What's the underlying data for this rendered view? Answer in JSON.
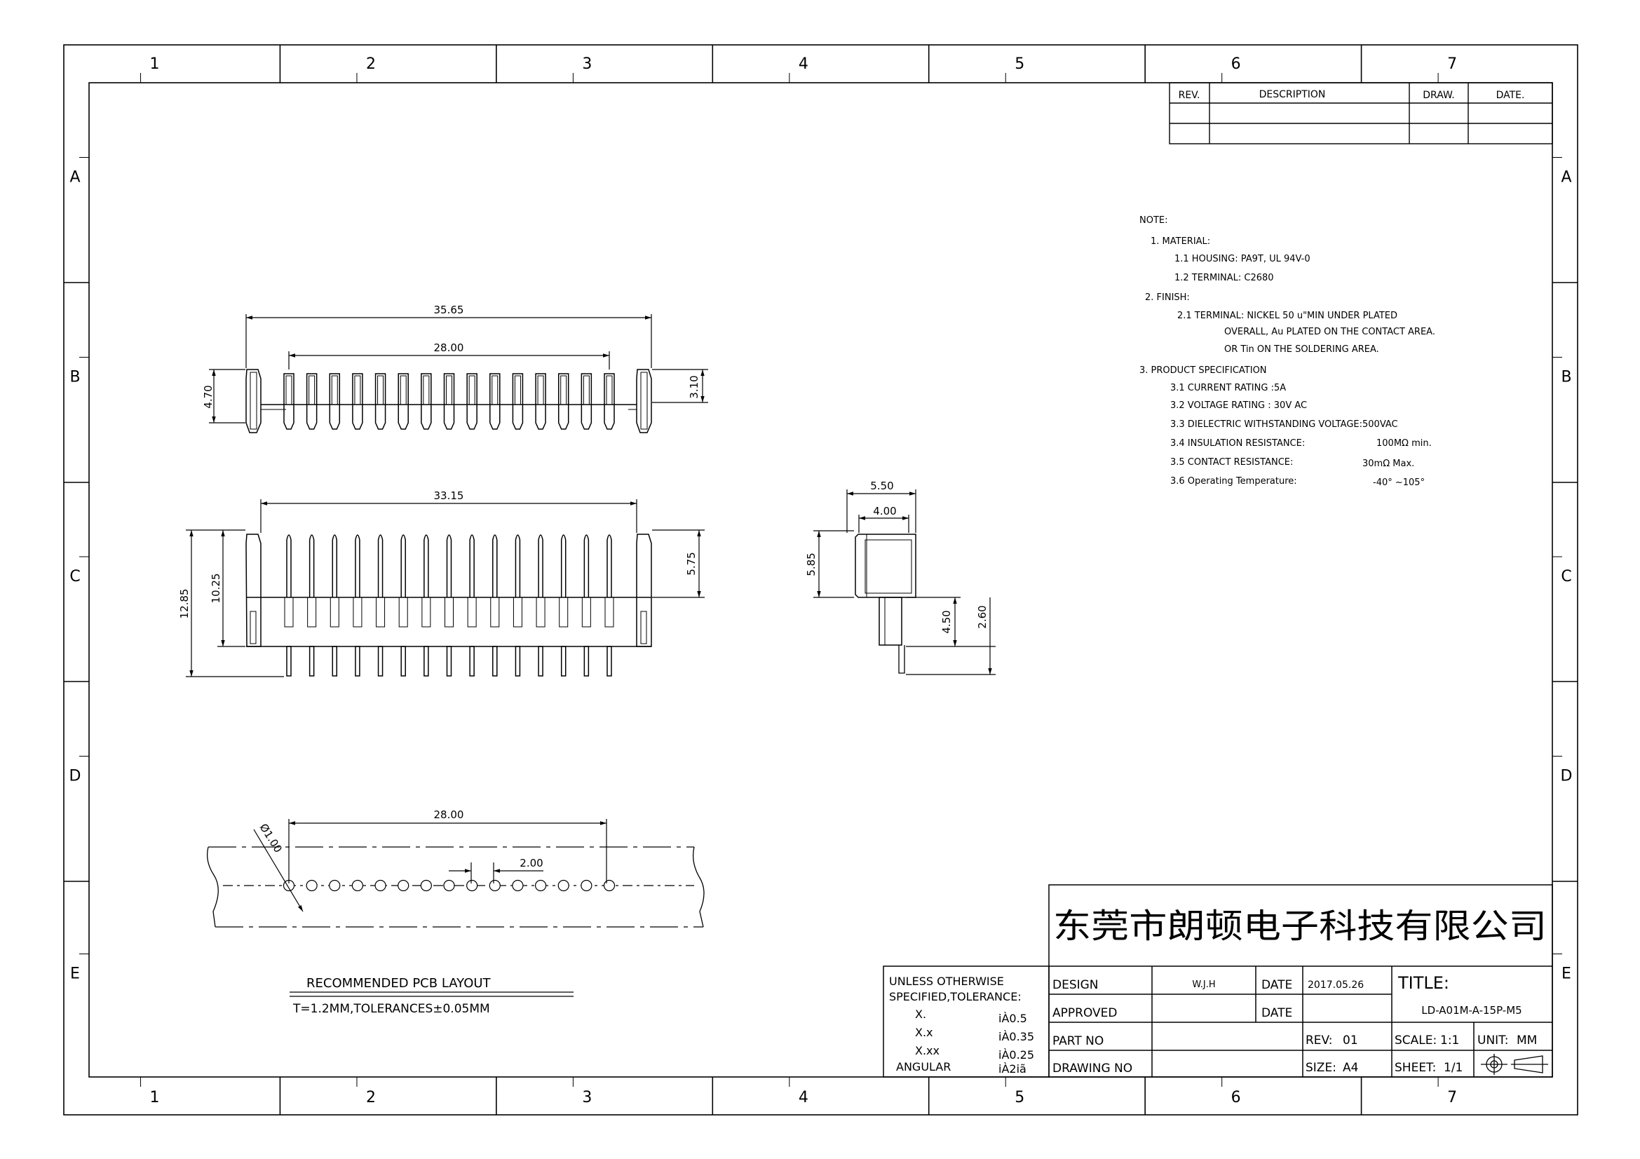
{
  "frame": {
    "col_labels": [
      "1",
      "2",
      "3",
      "4",
      "5",
      "6",
      "7"
    ],
    "row_labels": [
      "A",
      "B",
      "C",
      "D",
      "E"
    ]
  },
  "revision_table": {
    "headers": [
      "REV.",
      "DESCRIPTION",
      "DRAW.",
      "DATE."
    ]
  },
  "notes": {
    "title": "NOTE:",
    "material": "1. MATERIAL:",
    "housing": "1.1 HOUSING: PA9T, UL 94V-0",
    "terminal_material": "1.2 TERMINAL: C2680",
    "finish": "2. FINISH:",
    "finish_terminal": "2.1 TERMINAL: NICKEL 50 u\"MIN UNDER PLATED",
    "finish_line2": "OVERALL, Au PLATED ON THE CONTACT AREA.",
    "finish_line3": "OR Tin ON THE SOLDERING AREA.",
    "spec": "3. PRODUCT SPECIFICATION",
    "current": "3.1 CURRENT RATING :5A",
    "voltage": "3.2 VOLTAGE RATING : 30V AC",
    "dielectric": "3.3 DIELECTRIC WITHSTANDING VOLTAGE:500VAC",
    "insulation_label": "3.4 INSULATION RESISTANCE:",
    "insulation_value": "100MΩ min.",
    "contact_label": "3.5 CONTACT RESISTANCE:",
    "contact_value": "30mΩ Max.",
    "temp_label": "3.6 Operating Temperature:",
    "temp_value": "-40° ~105°"
  },
  "dimensions": {
    "top_overall": "35.65",
    "top_pitch_span": "28.00",
    "top_height": "4.70",
    "top_pin_height": "3.10",
    "front_width": "33.15",
    "front_total_height": "12.85",
    "front_body_height": "10.25",
    "front_pin_height": "5.75",
    "side_width": "5.50",
    "side_inner": "4.00",
    "side_height": "5.85",
    "side_tail": "4.50",
    "side_pin": "2.60",
    "pcb_span": "28.00",
    "pcb_hole": "Ø1.00",
    "pcb_pitch": "2.00"
  },
  "pcb_layout": {
    "title": "RECOMMENDED PCB LAYOUT",
    "subtitle": "T=1.2MM,TOLERANCES±0.05MM"
  },
  "title_block": {
    "company": "东莞市朗顿电子科技有限公司",
    "tolerance_header1": "UNLESS OTHERWISE",
    "tolerance_header2": "SPECIFIED,TOLERANCE:",
    "tol_x": "X.",
    "tol_x_val": "iÀ0.5",
    "tol_xx": "X.x",
    "tol_xx_val": "iÀ0.35",
    "tol_xxx": "X.xx",
    "tol_xxx_val": "iÀ0.25",
    "tol_angular": "ANGULAR",
    "tol_angular_val": "iÀ2iã",
    "design_label": "DESIGN",
    "design_value": "W.J.H",
    "date_label": "DATE",
    "date_value": "2017.05.26",
    "approved_label": "APPROVED",
    "date2_label": "DATE",
    "part_no_label": "PART NO",
    "drawing_no_label": "DRAWING NO",
    "rev_label": "REV:",
    "rev_value": "01",
    "size_label": "SIZE:",
    "size_value": "A4",
    "title_label": "TITLE:",
    "part_number": "LD-A01M-A-15P-M5",
    "scale_label": "SCALE:",
    "scale_value": "1:1",
    "sheet_label": "SHEET:",
    "sheet_value": "1/1",
    "unit_label": "UNIT:",
    "unit_value": "MM"
  }
}
